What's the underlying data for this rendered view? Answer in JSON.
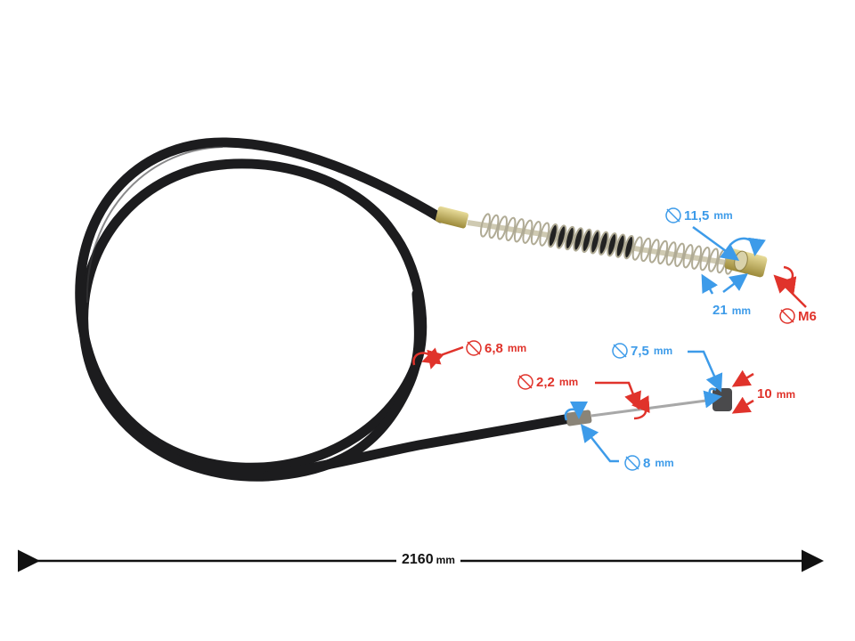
{
  "title": "Brake cable dimensions",
  "colors": {
    "blue": "#3d9be9",
    "red": "#e0332b",
    "cable": "#1c1c1e",
    "metal": "#b9b4a0",
    "brass": "#c9b35a"
  },
  "total_length": {
    "value": "2160",
    "unit": "mm"
  },
  "labels": {
    "nipple_diameter": {
      "symbol": "⌀",
      "value": "11,5",
      "unit": "mm",
      "color": "blue"
    },
    "nipple_length": {
      "value": "21",
      "unit": "mm",
      "color": "blue"
    },
    "thread": {
      "symbol": "⌀",
      "value": "M6",
      "unit": "",
      "color": "red"
    },
    "sheath_diameter": {
      "symbol": "⌀",
      "value": "6,8",
      "unit": "mm",
      "color": "red"
    },
    "inner_wire_diameter": {
      "symbol": "⌀",
      "value": "2,2",
      "unit": "mm",
      "color": "red"
    },
    "barrel_diameter": {
      "symbol": "⌀",
      "value": "7,5",
      "unit": "mm",
      "color": "blue"
    },
    "barrel_length": {
      "value": "10",
      "unit": "mm",
      "color": "red"
    },
    "ferrule_diameter": {
      "symbol": "⌀",
      "value": "8",
      "unit": "mm",
      "color": "blue"
    }
  }
}
